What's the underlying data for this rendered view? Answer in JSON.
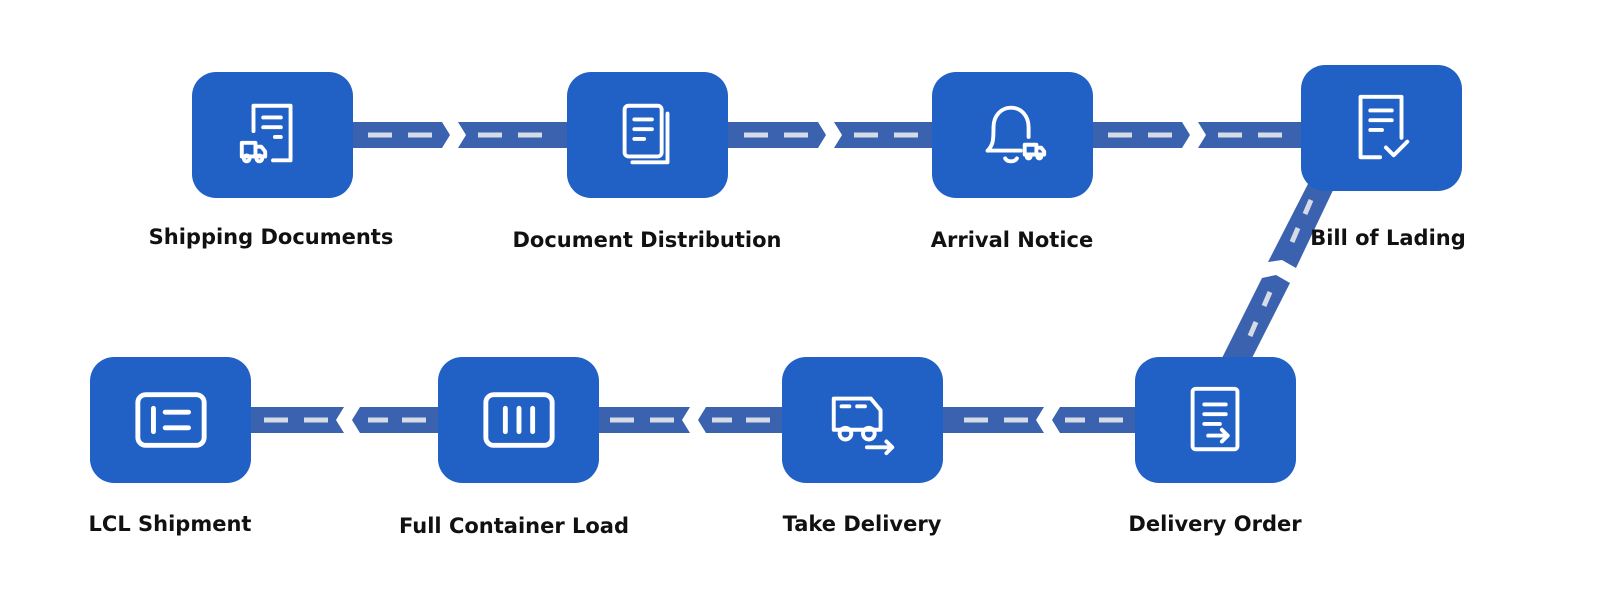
{
  "colors": {
    "node": "#2160c4",
    "road": "#3b62af",
    "dash": "#d6dbe6"
  },
  "steps": [
    {
      "label": "Shipping Documents",
      "icon": "document-truck-icon"
    },
    {
      "label": "Document Distribution",
      "icon": "documents-stack-icon"
    },
    {
      "label": "Arrival Notice",
      "icon": "bell-truck-icon"
    },
    {
      "label": "Bill of Lading",
      "icon": "document-check-icon"
    },
    {
      "label": "Delivery Order",
      "icon": "document-arrow-icon"
    },
    {
      "label": "Take Delivery",
      "icon": "truck-arrow-icon"
    },
    {
      "label": "Full Container Load",
      "icon": "container-icon"
    },
    {
      "label": "LCL Shipment",
      "icon": "lcl-container-icon"
    }
  ]
}
